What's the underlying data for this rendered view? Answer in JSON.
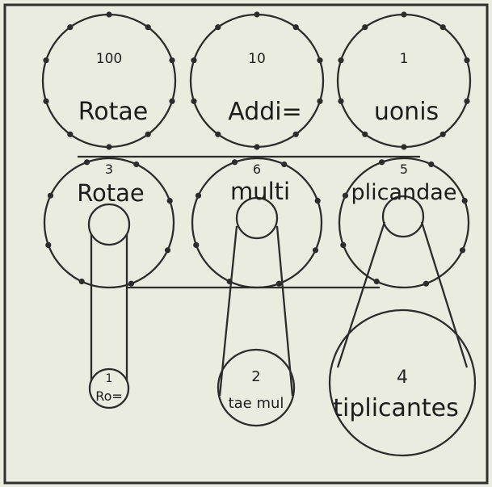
{
  "colors": {
    "paper": "#e9ecdf",
    "ink": "#2c2c2c"
  },
  "top_row": [
    {
      "number": "100",
      "label": "Rotae"
    },
    {
      "number": "10",
      "label": "Addi="
    },
    {
      "number": "1",
      "label": "uonis"
    }
  ],
  "middle_row": [
    {
      "number": "3",
      "label": "Rotae"
    },
    {
      "number": "6",
      "label": "multi"
    },
    {
      "number": "5",
      "label": "plicandae"
    }
  ],
  "bottom_row": [
    {
      "number": "1",
      "label": "Ro="
    },
    {
      "number": "2",
      "label": "tae mul"
    },
    {
      "number": "4",
      "label": "tiplicantes"
    }
  ]
}
